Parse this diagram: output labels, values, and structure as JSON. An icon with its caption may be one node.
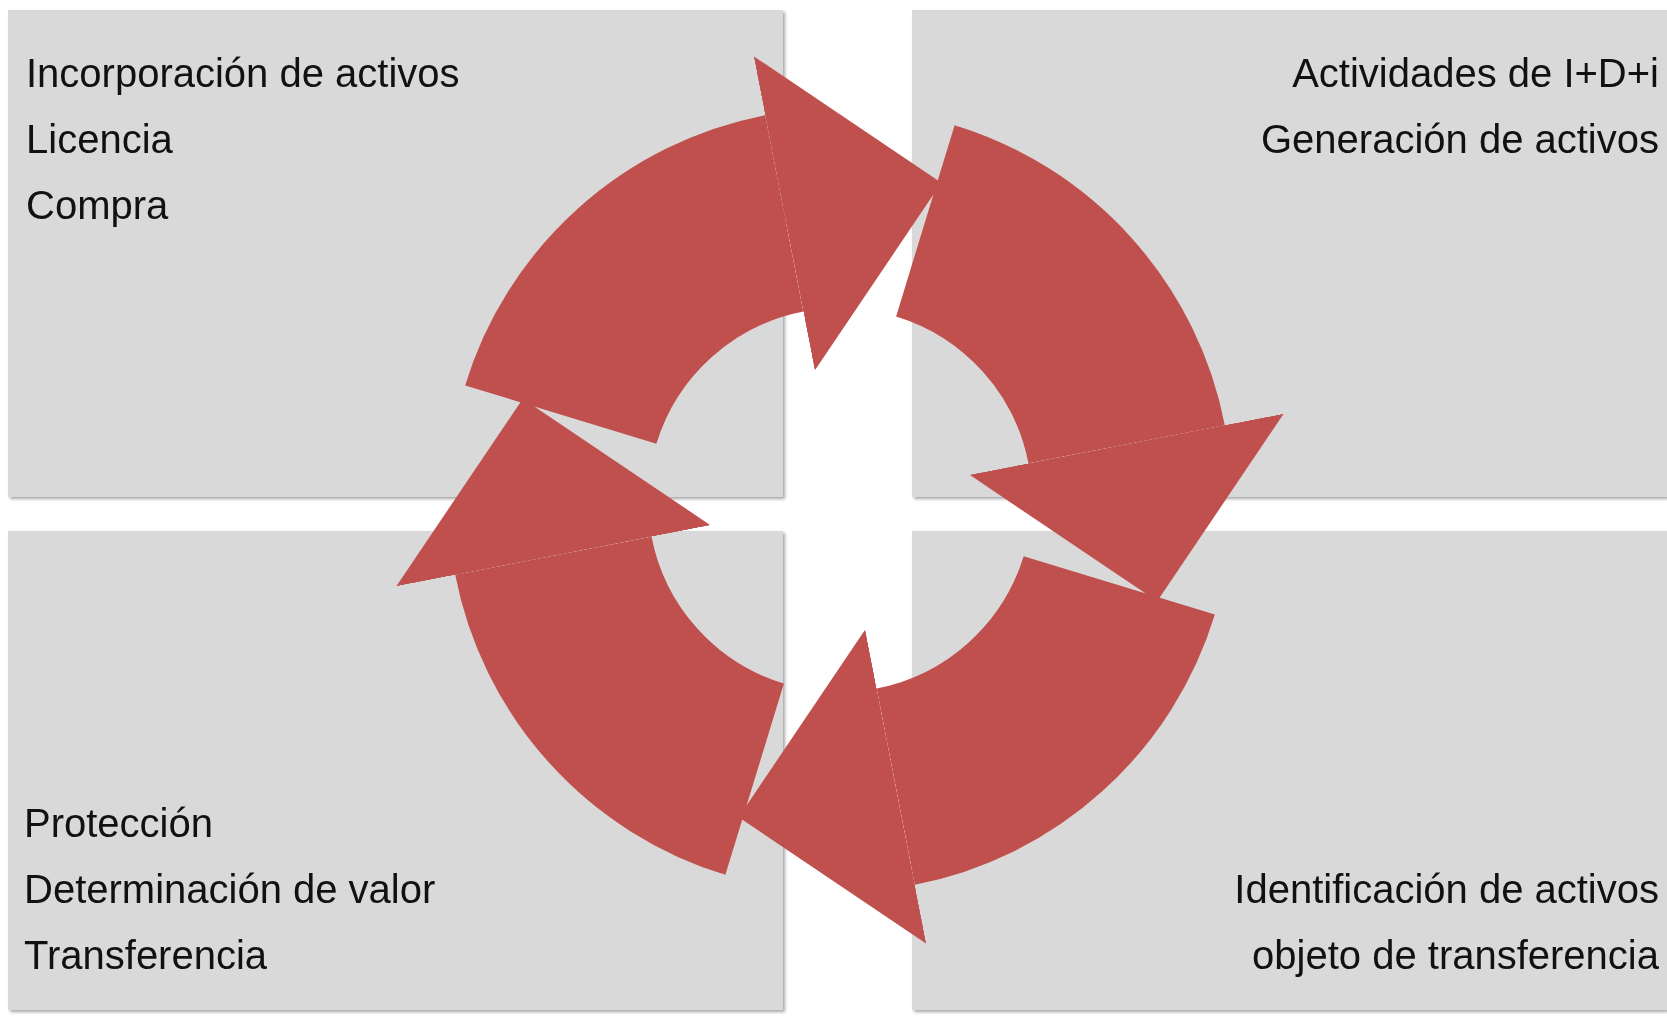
{
  "diagram": {
    "nodes": [
      {
        "text": [
          "Incorporación de activos",
          "Licencia",
          "Compra"
        ]
      },
      {
        "text": [
          "Actividades de I+D+i",
          "Generación de activos"
        ]
      },
      {
        "text": [
          "Protección",
          "Determinación de valor",
          "Transferencia"
        ]
      },
      {
        "text": [
          "Identificación de activos objeto de transferencia"
        ]
      }
    ],
    "edges": [
      {
        "from": 0,
        "to": 1,
        "arrow": "to"
      },
      {
        "from": 1,
        "to": 3,
        "arrow": "to"
      },
      {
        "from": 3,
        "to": 2,
        "arrow": "to"
      },
      {
        "from": 2,
        "to": 0,
        "arrow": "to"
      }
    ]
  }
}
